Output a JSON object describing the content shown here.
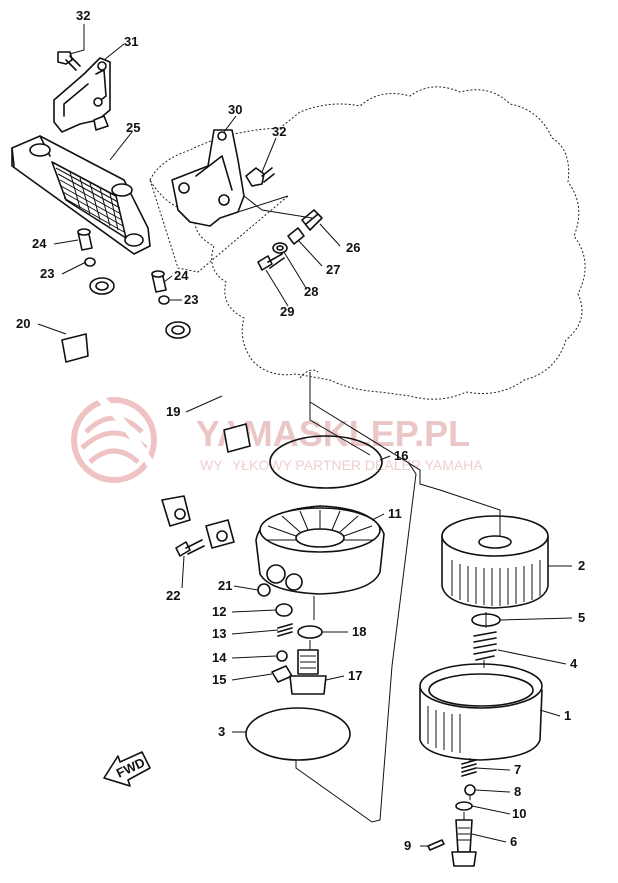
{
  "watermark": {
    "title": "YAMASKLEP.PL",
    "subtitle": "WYSYŁKOWY PARTNER DEALER YAMAHA",
    "color": "#e7a7a7"
  },
  "direction_marker": "FWD",
  "callouts": [
    {
      "id": "c32a",
      "label": "32"
    },
    {
      "id": "c31",
      "label": "31"
    },
    {
      "id": "c25",
      "label": "25"
    },
    {
      "id": "c30",
      "label": "30"
    },
    {
      "id": "c32b",
      "label": "32"
    },
    {
      "id": "c26",
      "label": "26"
    },
    {
      "id": "c27",
      "label": "27"
    },
    {
      "id": "c28",
      "label": "28"
    },
    {
      "id": "c29",
      "label": "29"
    },
    {
      "id": "c24a",
      "label": "24"
    },
    {
      "id": "c23a",
      "label": "23"
    },
    {
      "id": "c24b",
      "label": "24"
    },
    {
      "id": "c23b",
      "label": "23"
    },
    {
      "id": "c20",
      "label": "20"
    },
    {
      "id": "c19",
      "label": "19"
    },
    {
      "id": "c16",
      "label": "16"
    },
    {
      "id": "c11",
      "label": "11"
    },
    {
      "id": "c22",
      "label": "22"
    },
    {
      "id": "c21",
      "label": "21"
    },
    {
      "id": "c12",
      "label": "12"
    },
    {
      "id": "c13",
      "label": "13"
    },
    {
      "id": "c18",
      "label": "18"
    },
    {
      "id": "c14",
      "label": "14"
    },
    {
      "id": "c15",
      "label": "15"
    },
    {
      "id": "c17",
      "label": "17"
    },
    {
      "id": "c2",
      "label": "2"
    },
    {
      "id": "c5",
      "label": "5"
    },
    {
      "id": "c4",
      "label": "4"
    },
    {
      "id": "c1",
      "label": "1"
    },
    {
      "id": "c3",
      "label": "3"
    },
    {
      "id": "c7",
      "label": "7"
    },
    {
      "id": "c8",
      "label": "8"
    },
    {
      "id": "c10",
      "label": "10"
    },
    {
      "id": "c9",
      "label": "9"
    },
    {
      "id": "c6",
      "label": "6"
    }
  ]
}
